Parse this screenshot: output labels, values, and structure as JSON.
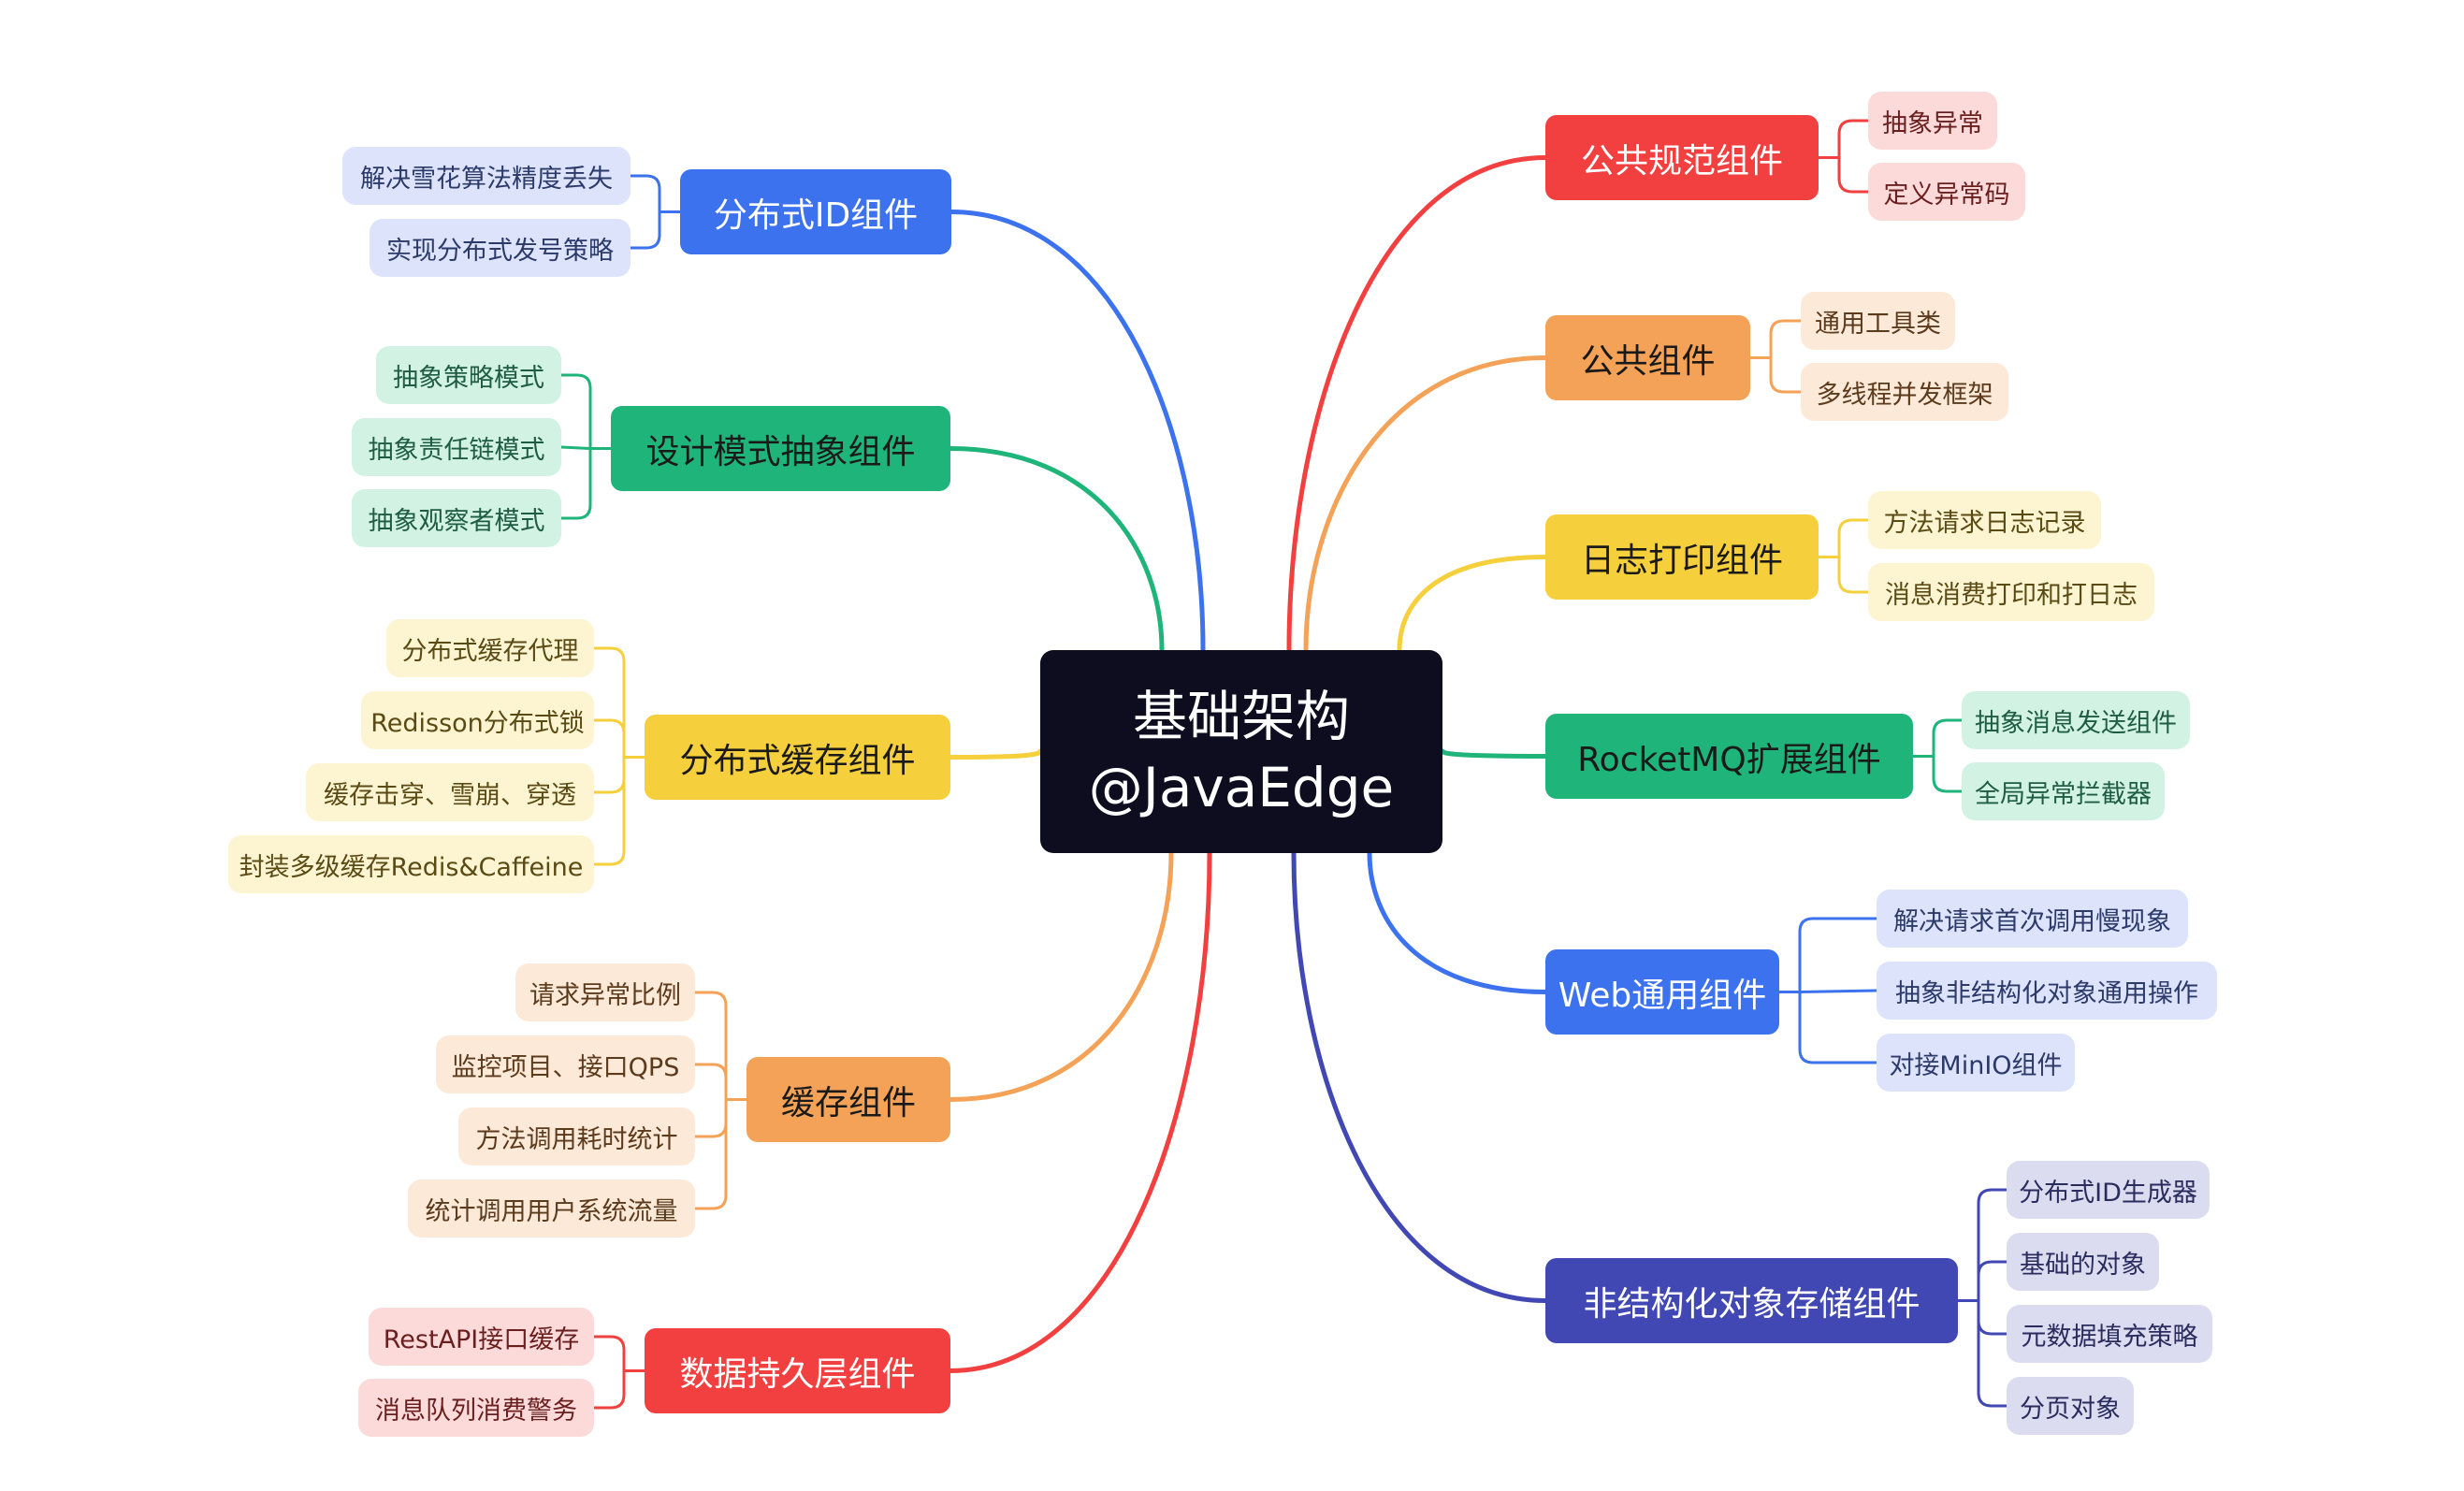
{
  "root": {
    "line1": "基础架构",
    "line2": "@JavaEdge"
  },
  "branches": [
    {
      "id": "dist-id",
      "side": "left",
      "label": "分布式ID组件",
      "colors": {
        "main": "#3d72ee",
        "mainText": "#ffffff",
        "leafBg": "#dce3fb",
        "leafText": "#2c3a6a",
        "line": "#3d72ee"
      },
      "children": [
        "解决雪花算法精度丢失",
        "实现分布式发号策略"
      ]
    },
    {
      "id": "design",
      "side": "left",
      "label": "设计模式抽象组件",
      "colors": {
        "main": "#1fb57a",
        "mainText": "#1a1a1a",
        "leafBg": "#d2f3e4",
        "leafText": "#1f5c44",
        "line": "#1fb57a"
      },
      "children": [
        "抽象策略模式",
        "抽象责任链模式",
        "抽象观察者模式"
      ]
    },
    {
      "id": "dist-cache",
      "side": "left",
      "label": "分布式缓存组件",
      "colors": {
        "main": "#f5cf3c",
        "mainText": "#1a1a1a",
        "leafBg": "#fdf4d2",
        "leafText": "#5a4a14",
        "line": "#f5cf3c"
      },
      "children": [
        "分布式缓存代理",
        "Redisson分布式锁",
        "缓存击穿、雪崩、穿透",
        "封装多级缓存Redis&Caffeine"
      ]
    },
    {
      "id": "cache",
      "side": "left",
      "label": "缓存组件",
      "colors": {
        "main": "#f4a257",
        "mainText": "#1a1a1a",
        "leafBg": "#fde9d8",
        "leafText": "#5c3a1c",
        "line": "#f4a257"
      },
      "children": [
        "请求异常比例",
        "监控项目、接口QPS",
        "方法调用耗时统计",
        "统计调用用户系统流量"
      ]
    },
    {
      "id": "persist",
      "side": "left",
      "label": "数据持久层组件",
      "colors": {
        "main": "#f1403f",
        "mainText": "#ffffff",
        "leafBg": "#fcdada",
        "leafText": "#6a1f1f",
        "line": "#f1403f"
      },
      "children": [
        "RestAPI接口缓存",
        "消息队列消费警务"
      ]
    },
    {
      "id": "spec",
      "side": "right",
      "label": "公共规范组件",
      "colors": {
        "main": "#f1403f",
        "mainText": "#ffffff",
        "leafBg": "#fcdada",
        "leafText": "#6a1f1f",
        "line": "#f1403f"
      },
      "children": [
        "抽象异常",
        "定义异常码"
      ]
    },
    {
      "id": "common",
      "side": "right",
      "label": "公共组件",
      "colors": {
        "main": "#f4a257",
        "mainText": "#1a1a1a",
        "leafBg": "#fde9d8",
        "leafText": "#5c3a1c",
        "line": "#f4a257"
      },
      "children": [
        "通用工具类",
        "多线程并发框架"
      ]
    },
    {
      "id": "log",
      "side": "right",
      "label": "日志打印组件",
      "colors": {
        "main": "#f5cf3c",
        "mainText": "#1a1a1a",
        "leafBg": "#fdf4d2",
        "leafText": "#5a4a14",
        "line": "#f5cf3c"
      },
      "children": [
        "方法请求日志记录",
        "消息消费打印和打日志"
      ]
    },
    {
      "id": "rocketmq",
      "side": "right",
      "label": "RocketMQ扩展组件",
      "colors": {
        "main": "#1fb57a",
        "mainText": "#1a1a1a",
        "leafBg": "#d2f3e4",
        "leafText": "#1f5c44",
        "line": "#1fb57a"
      },
      "children": [
        "抽象消息发送组件",
        "全局异常拦截器"
      ]
    },
    {
      "id": "web",
      "side": "right",
      "label": "Web通用组件",
      "colors": {
        "main": "#3d72ee",
        "mainText": "#ffffff",
        "leafBg": "#dce3fb",
        "leafText": "#2c3a6a",
        "line": "#3d72ee"
      },
      "children": [
        "解决请求首次调用慢现象",
        "抽象非结构化对象通用操作",
        "对接MinIO组件"
      ]
    },
    {
      "id": "objstore",
      "side": "right",
      "label": "非结构化对象存储组件",
      "colors": {
        "main": "#4148b3",
        "mainText": "#ffffff",
        "leafBg": "#dcdcf0",
        "leafText": "#2a2c5e",
        "line": "#4148b3"
      },
      "children": [
        "分布式ID生成器",
        "基础的对象",
        "元数据填充策略",
        "分页对象"
      ]
    }
  ]
}
